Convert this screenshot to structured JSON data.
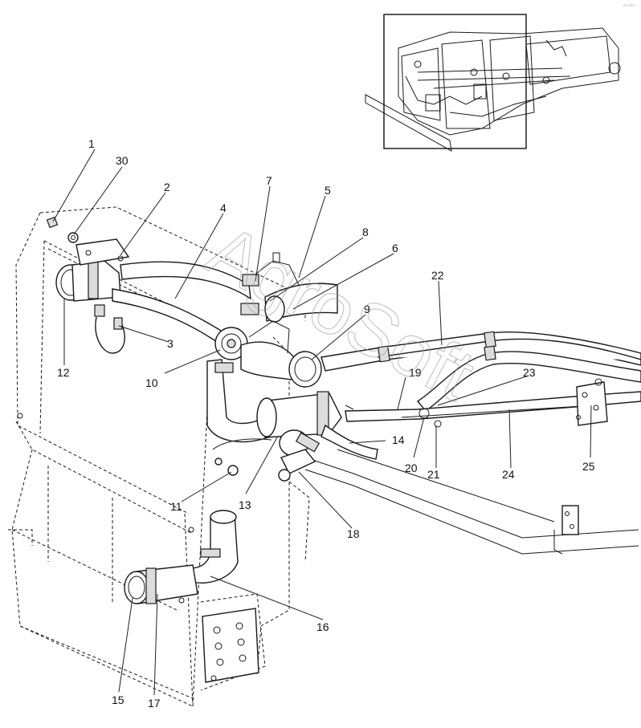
{
  "callouts": [
    {
      "id": "c1",
      "label": "1"
    },
    {
      "id": "c30",
      "label": "30"
    },
    {
      "id": "c2",
      "label": "2"
    },
    {
      "id": "c4",
      "label": "4"
    },
    {
      "id": "c7",
      "label": "7"
    },
    {
      "id": "c5",
      "label": "5"
    },
    {
      "id": "c8",
      "label": "8"
    },
    {
      "id": "c6",
      "label": "6"
    },
    {
      "id": "c22",
      "label": "22"
    },
    {
      "id": "c9",
      "label": "9"
    },
    {
      "id": "c3",
      "label": "3"
    },
    {
      "id": "c12",
      "label": "12"
    },
    {
      "id": "c10",
      "label": "10"
    },
    {
      "id": "c19",
      "label": "19"
    },
    {
      "id": "c23",
      "label": "23"
    },
    {
      "id": "c14",
      "label": "14"
    },
    {
      "id": "c20",
      "label": "20"
    },
    {
      "id": "c21",
      "label": "21"
    },
    {
      "id": "c24",
      "label": "24"
    },
    {
      "id": "c25",
      "label": "25"
    },
    {
      "id": "c11",
      "label": "11"
    },
    {
      "id": "c13",
      "label": "13"
    },
    {
      "id": "c18",
      "label": "18"
    },
    {
      "id": "c16",
      "label": "16"
    },
    {
      "id": "c15",
      "label": "15"
    },
    {
      "id": "c17",
      "label": "17"
    }
  ],
  "watermark": "AgroSoft",
  "corner_mark": "▱ ▭▭"
}
